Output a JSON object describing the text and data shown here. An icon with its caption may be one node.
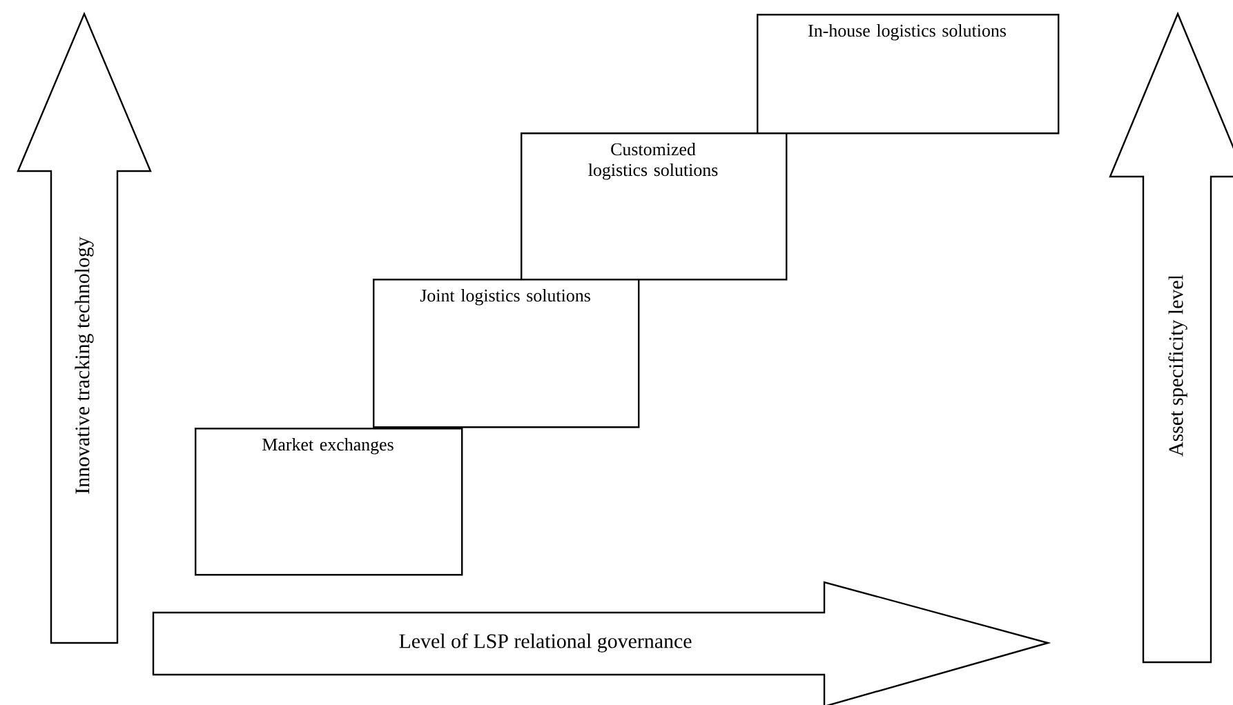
{
  "diagram": {
    "nodes": [
      {
        "text": [
          "In-house logistics solutions"
        ]
      },
      {
        "text": [
          "Customized logistics solutions"
        ]
      },
      {
        "text": [
          "Joint logistics solutions"
        ]
      },
      {
        "text": [
          "Market exchanges"
        ]
      },
      {
        "text": [
          "Innovative tracking technology"
        ]
      },
      {
        "text": [
          "Level of LSP relational governance"
        ]
      },
      {
        "text": [
          "Asset specificity level"
        ]
      }
    ]
  }
}
